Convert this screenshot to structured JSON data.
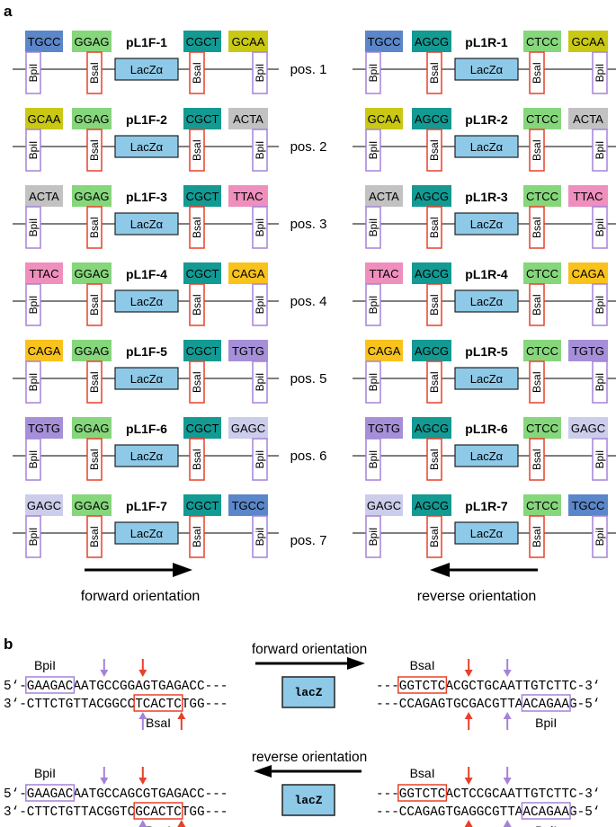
{
  "panel_a_label": "a",
  "panel_b_label": "b",
  "enzymes": {
    "bpil": "BpiI",
    "bsai": "BsaI",
    "lacz": "LacZα"
  },
  "colors": {
    "TGCC": "#5b86c9",
    "GCAA": "#c9c815",
    "ACTA": "#c2c2c2",
    "TTAC": "#ef8fbd",
    "CAGA": "#f9c21c",
    "TGTG": "#a58fd8",
    "GAGC": "#cccdeb",
    "GGAG": "#86d67c",
    "CGCT": "#129a93",
    "AGCG": "#129a93",
    "CTCC": "#86d67c",
    "lacz_fill": "#8ec9e8",
    "bsai_box": "#e8402a",
    "bpil_box": "#a582d8"
  },
  "forward": [
    {
      "name": "pL1F-1",
      "oh_left": "TGCC",
      "oh_mid": "GGAG",
      "oh_right1": "CGCT",
      "oh_right2": "GCAA"
    },
    {
      "name": "pL1F-2",
      "oh_left": "GCAA",
      "oh_mid": "GGAG",
      "oh_right1": "CGCT",
      "oh_right2": "ACTA"
    },
    {
      "name": "pL1F-3",
      "oh_left": "ACTA",
      "oh_mid": "GGAG",
      "oh_right1": "CGCT",
      "oh_right2": "TTAC"
    },
    {
      "name": "pL1F-4",
      "oh_left": "TTAC",
      "oh_mid": "GGAG",
      "oh_right1": "CGCT",
      "oh_right2": "CAGA"
    },
    {
      "name": "pL1F-5",
      "oh_left": "CAGA",
      "oh_mid": "GGAG",
      "oh_right1": "CGCT",
      "oh_right2": "TGTG"
    },
    {
      "name": "pL1F-6",
      "oh_left": "TGTG",
      "oh_mid": "GGAG",
      "oh_right1": "CGCT",
      "oh_right2": "GAGC"
    },
    {
      "name": "pL1F-7",
      "oh_left": "GAGC",
      "oh_mid": "GGAG",
      "oh_right1": "CGCT",
      "oh_right2": "TGCC"
    }
  ],
  "reverse": [
    {
      "name": "pL1R-1",
      "oh_left": "TGCC",
      "oh_mid": "AGCG",
      "oh_right1": "CTCC",
      "oh_right2": "GCAA"
    },
    {
      "name": "pL1R-2",
      "oh_left": "GCAA",
      "oh_mid": "AGCG",
      "oh_right1": "CTCC",
      "oh_right2": "ACTA"
    },
    {
      "name": "pL1R-3",
      "oh_left": "ACTA",
      "oh_mid": "AGCG",
      "oh_right1": "CTCC",
      "oh_right2": "TTAC"
    },
    {
      "name": "pL1R-4",
      "oh_left": "TTAC",
      "oh_mid": "AGCG",
      "oh_right1": "CTCC",
      "oh_right2": "CAGA"
    },
    {
      "name": "pL1R-5",
      "oh_left": "CAGA",
      "oh_mid": "AGCG",
      "oh_right1": "CTCC",
      "oh_right2": "TGTG"
    },
    {
      "name": "pL1R-6",
      "oh_left": "TGTG",
      "oh_mid": "AGCG",
      "oh_right1": "CTCC",
      "oh_right2": "GAGC"
    },
    {
      "name": "pL1R-7",
      "oh_left": "GAGC",
      "oh_mid": "AGCG",
      "oh_right1": "CTCC",
      "oh_right2": "TGCC"
    }
  ],
  "positions": [
    "pos. 1",
    "pos. 2",
    "pos. 3",
    "pos. 4",
    "pos. 5",
    "pos. 6",
    "pos. 7"
  ],
  "orientation_labels": {
    "forward": "forward orientation",
    "reverse": "reverse orientation"
  },
  "panel_b": {
    "forward": {
      "top_left": "5‘-GAAGACAATGCCGGAGTGAGACC---",
      "top_right": "---GGTCTCACGCTGCAATTGTCTTC-3‘",
      "bot_left": "3‘-CTTCTGTTACGGCCTCACTCTGG---",
      "bot_right": "---CCAGAGTGCGACGTTAACAGAAG-5‘"
    },
    "reverse": {
      "top_left": "5‘-GAAGACAATGCCAGCGTGAGACC---",
      "top_right": "---GGTCTCACTCCGCAATTGTCTTC-3‘",
      "bot_left": "3‘-CTTCTGTTACGGTCGCACTCTGG---",
      "bot_right": "---CCAGAGTGAGGCGTTAACAGAAG-5‘"
    },
    "lacz": "lacZ"
  }
}
